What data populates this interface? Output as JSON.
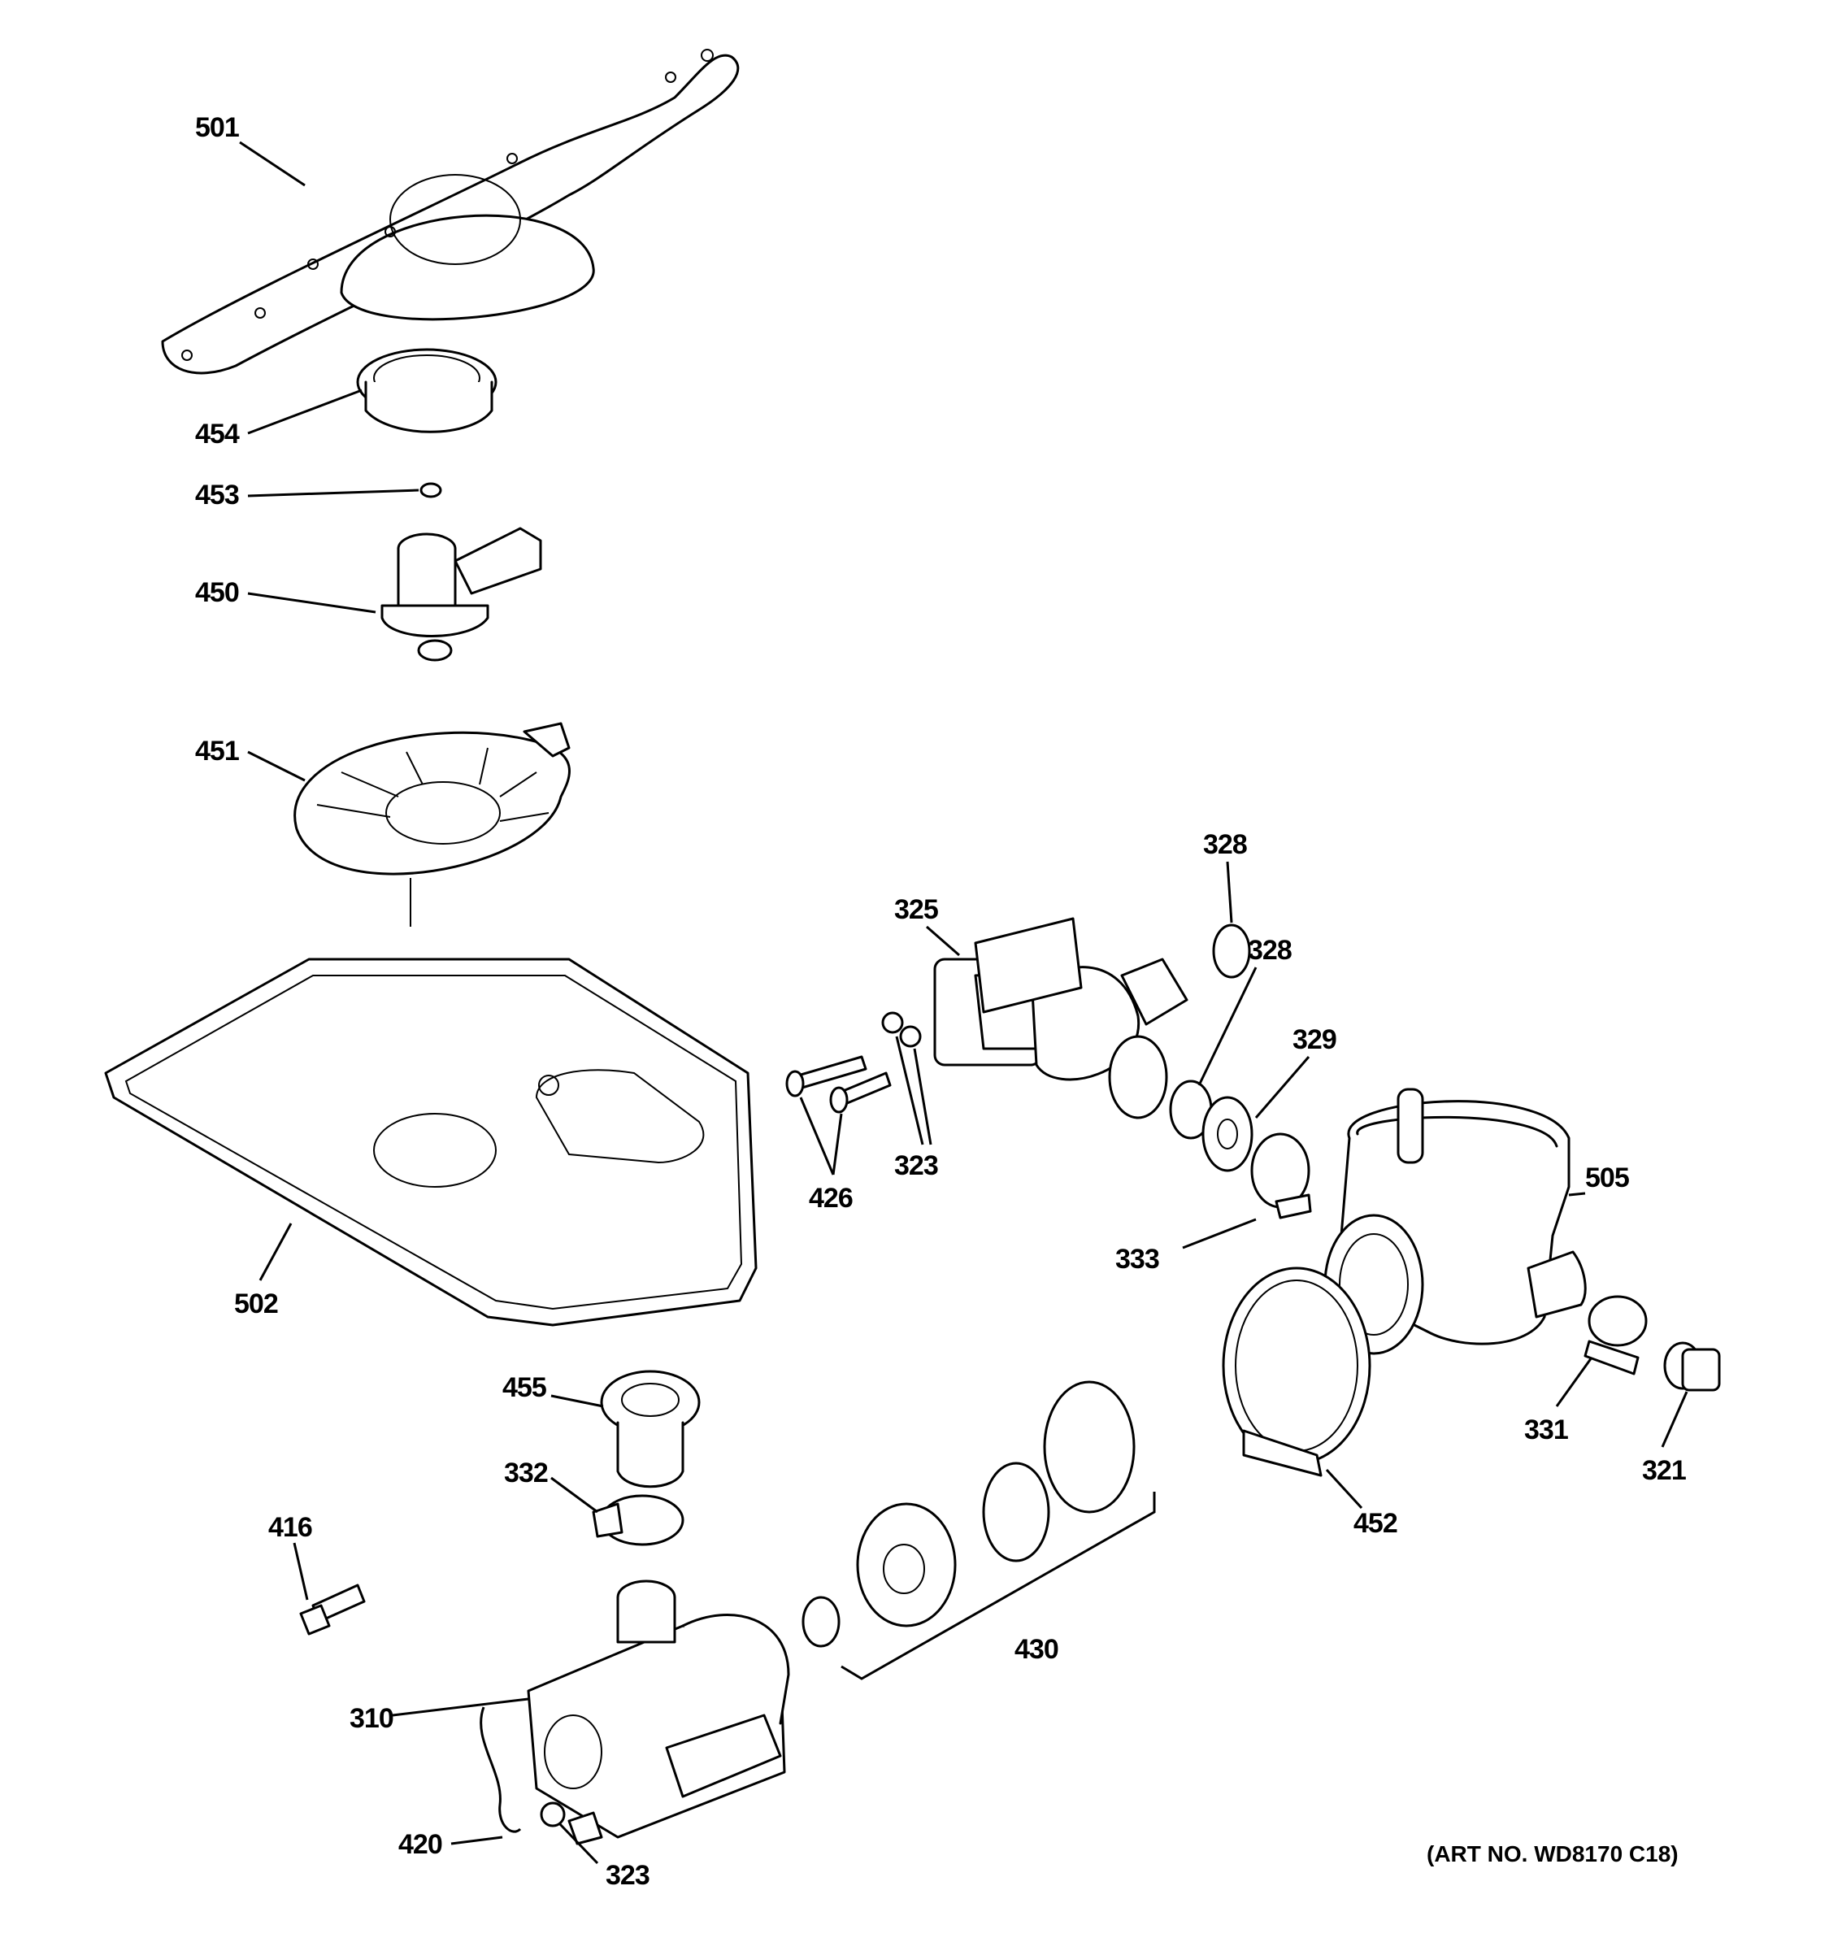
{
  "callouts": [
    {
      "id": "501",
      "label": "501"
    },
    {
      "id": "454",
      "label": "454"
    },
    {
      "id": "453",
      "label": "453"
    },
    {
      "id": "450",
      "label": "450"
    },
    {
      "id": "451",
      "label": "451"
    },
    {
      "id": "502",
      "label": "502"
    },
    {
      "id": "325",
      "label": "325"
    },
    {
      "id": "328a",
      "label": "328"
    },
    {
      "id": "328b",
      "label": "328"
    },
    {
      "id": "329",
      "label": "329"
    },
    {
      "id": "323a",
      "label": "323"
    },
    {
      "id": "426",
      "label": "426"
    },
    {
      "id": "505",
      "label": "505"
    },
    {
      "id": "333",
      "label": "333"
    },
    {
      "id": "331",
      "label": "331"
    },
    {
      "id": "321",
      "label": "321"
    },
    {
      "id": "452",
      "label": "452"
    },
    {
      "id": "455",
      "label": "455"
    },
    {
      "id": "332",
      "label": "332"
    },
    {
      "id": "416",
      "label": "416"
    },
    {
      "id": "430",
      "label": "430"
    },
    {
      "id": "310",
      "label": "310"
    },
    {
      "id": "420",
      "label": "420"
    },
    {
      "id": "323b",
      "label": "323"
    }
  ],
  "art_number": "(ART NO. WD8170 C18)"
}
